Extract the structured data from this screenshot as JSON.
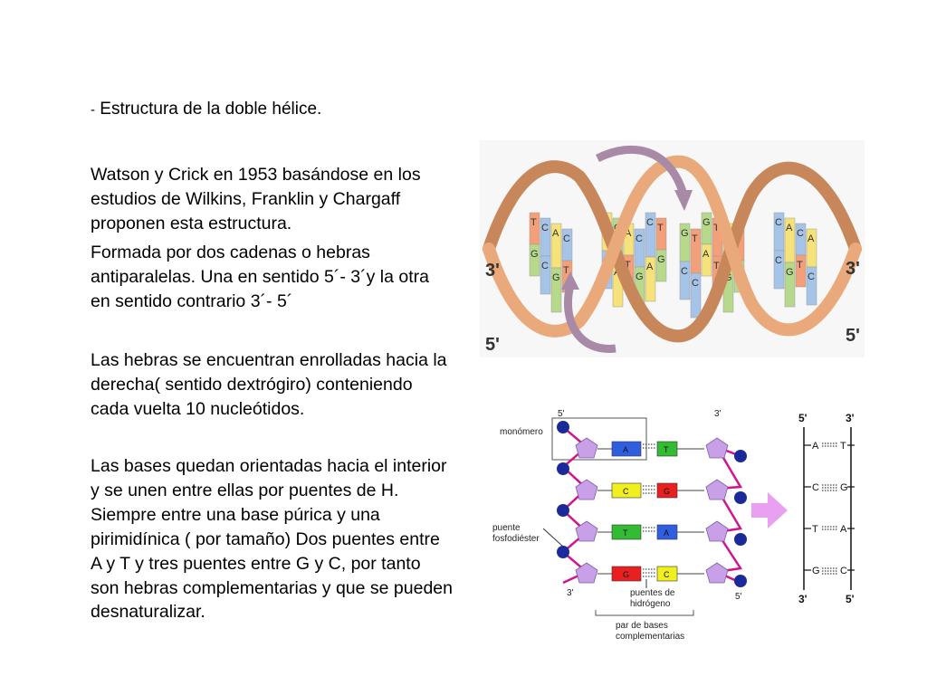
{
  "slide": {
    "heading_dash": "-",
    "heading": "Estructura de la doble hélice.",
    "paragraphs": [
      "Watson y Crick en 1953 basándose en los estudios de Wilkins, Franklin y Chargaff proponen esta estructura.",
      "Formada por dos cadenas o hebras antiparalelas. Una en sentido 5´- 3´y la otra en sentido contrario 3´- 5´",
      "Las hebras se encuentran enrolladas hacia la derecha( sentido dextrógiro) conteniendo cada vuelta  10 nucleótidos.",
      "Las bases quedan orientadas hacia el interior y se unen entre ellas  por puentes de H. Siempre entre una base púrica y una pirimidínica ( por tamaño) Dos puentes entre A y T y tres puentes entre G y C, por tanto son hebras complementarias y que se pueden desnaturalizar."
    ]
  },
  "helix": {
    "end_top_left": "3'",
    "end_bottom_left": "5'",
    "end_top_right": "3'",
    "end_bottom_right": "5'",
    "bases": [
      "T",
      "G",
      "C",
      "C",
      "A",
      "G",
      "C",
      "T",
      "A",
      "C",
      "G",
      "A",
      "A",
      "T",
      "C",
      "G",
      "C",
      "A",
      "T",
      "G",
      "G",
      "C",
      "T",
      "C",
      "G",
      "A",
      "T",
      "T",
      "A",
      "G"
    ]
  },
  "strand_diagram": {
    "label_5_top": "5'",
    "label_3_top": "3'",
    "label_monomer": "monómero",
    "label_bridge_line1": "puente",
    "label_bridge_line2": "fosfodiéster",
    "label_3_bottom": "3'",
    "label_5_bottom": "5'",
    "label_hbonds_line1": "puentes de",
    "label_hbonds_line2": "hidrógeno",
    "label_pairs_line1": "par de bases",
    "label_pairs_line2": "complementarias",
    "pairs": [
      {
        "left": "A",
        "right": "T"
      },
      {
        "left": "C",
        "right": "G"
      },
      {
        "left": "T",
        "right": "A"
      },
      {
        "left": "G",
        "right": "C"
      }
    ],
    "colors": {
      "A": "#2f5fe0",
      "T": "#33bb33",
      "C": "#f0f020",
      "G": "#e82020",
      "sugar": "#c9a0e8",
      "phosphate": "#1a2a9a",
      "backbone": "#d0148c",
      "arrow": "#e9a0f0"
    }
  },
  "ladder": {
    "top_left": "5'",
    "top_right": "3'",
    "bottom_left": "3'",
    "bottom_right": "5'",
    "rows": [
      {
        "left": "A",
        "right": "T"
      },
      {
        "left": "C",
        "right": "G"
      },
      {
        "left": "T",
        "right": "A"
      },
      {
        "left": "G",
        "right": "C"
      }
    ]
  }
}
